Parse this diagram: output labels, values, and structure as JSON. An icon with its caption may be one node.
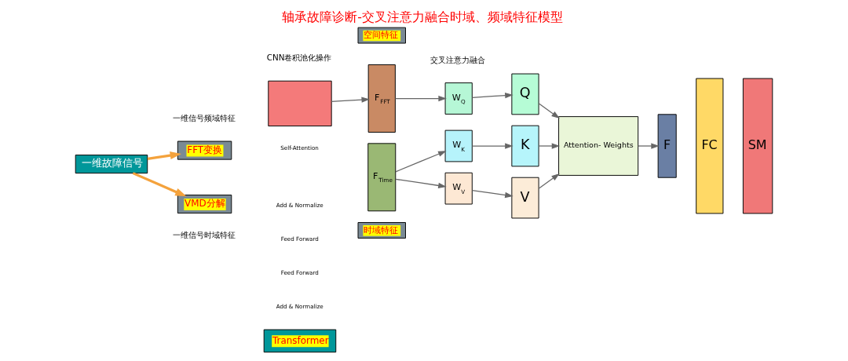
{
  "diagram": {
    "title": "轴承故障诊断-交叉注意力融合时域、频域特征模型",
    "nodes": [
      {
        "text": [
          "一维故障信号"
        ]
      },
      {
        "text": [
          "FFT变换"
        ]
      },
      {
        "text": [
          "VMD分解"
        ]
      },
      {
        "text": [],
        "shape": "box"
      },
      {
        "text": [
          "Transformer"
        ]
      },
      {
        "text": [
          "空间特征"
        ]
      },
      {
        "text": [
          "F$_{FFT}$"
        ]
      },
      {
        "text": [
          "时域特征"
        ]
      },
      {
        "text": [
          "F$_{Time}$"
        ]
      },
      {
        "text": [
          "W$_{Q}$"
        ]
      },
      {
        "text": [
          "W$_{K}$"
        ]
      },
      {
        "text": [
          "W$_{V}$"
        ]
      },
      {
        "text": [
          "Q"
        ]
      },
      {
        "text": [
          "K"
        ]
      },
      {
        "text": [
          "V"
        ]
      },
      {
        "text": [
          "Attention- Weights"
        ]
      },
      {
        "text": [
          "F"
        ]
      },
      {
        "text": [
          "FC"
        ]
      },
      {
        "text": [
          "SM"
        ]
      }
    ],
    "edges": [
      {
        "from": 0,
        "to": 1,
        "arrow": "to",
        "style": "thick",
        "color": "#f4a23c"
      },
      {
        "from": 0,
        "to": 2,
        "arrow": "to",
        "style": "thick",
        "color": "#f4a23c"
      },
      {
        "from": 3,
        "to": 6,
        "arrow": "to"
      },
      {
        "from": 6,
        "to": 9,
        "arrow": "to"
      },
      {
        "from": 9,
        "to": 12,
        "arrow": "to"
      },
      {
        "from": 8,
        "to": 10,
        "arrow": "to"
      },
      {
        "from": 8,
        "to": 11,
        "arrow": "to"
      },
      {
        "from": 10,
        "to": 13,
        "arrow": "to"
      },
      {
        "from": 11,
        "to": 14,
        "arrow": "to"
      },
      {
        "from": 12,
        "to": 15,
        "arrow": "to"
      },
      {
        "from": 13,
        "to": 15,
        "arrow": "to"
      },
      {
        "from": 14,
        "to": 15,
        "arrow": "to"
      },
      {
        "from": 15,
        "to": 16,
        "arrow": "to"
      }
    ],
    "labels": [
      "一维信号频域特征",
      "CNN卷积池化操作",
      "交叉注意力融合",
      "Self-Attention",
      "Add & Normalize",
      "Feed Forward",
      "Feed Forward",
      "Add & Normalize",
      "一维信号时域特征"
    ]
  }
}
